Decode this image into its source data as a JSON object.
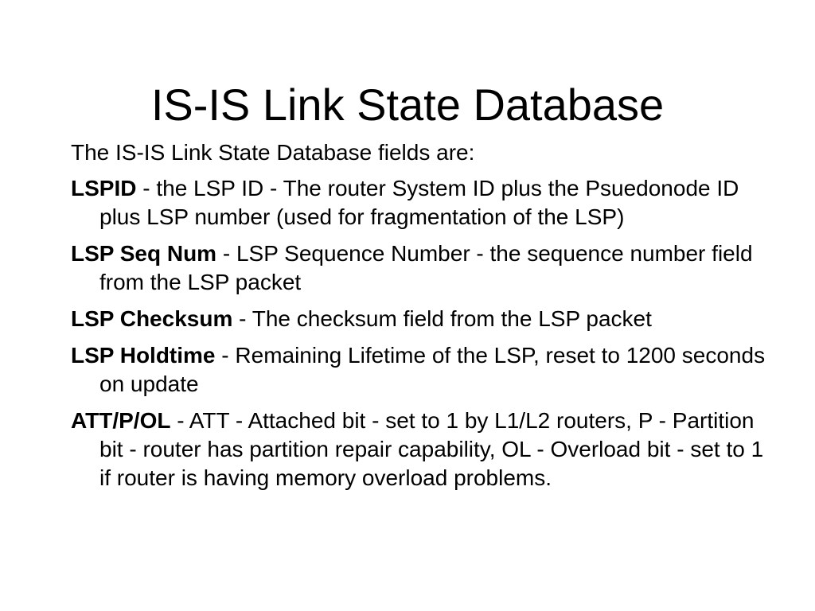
{
  "slide": {
    "title": "IS-IS Link State Database",
    "intro": "The IS-IS Link State Database fields are:",
    "fields": [
      {
        "term": "LSPID",
        "description": " - the LSP ID - The router System ID plus the Psuedonode ID plus LSP number (used for fragmentation of the LSP)"
      },
      {
        "term": "LSP Seq Num",
        "description": " - LSP Sequence Number - the sequence number field from the LSP packet"
      },
      {
        "term": "LSP Checksum",
        "description": " - The checksum field from the LSP packet"
      },
      {
        "term": "LSP Holdtime",
        "description": " - Remaining Lifetime of the LSP, reset to 1200 seconds on update"
      },
      {
        "term": "ATT/P/OL",
        "description": " - ATT - Attached bit - set to 1 by L1/L2 routers, P - Partition bit - router has partition repair capability, OL - Overload bit - set to 1 if router is having memory overload problems."
      }
    ]
  }
}
